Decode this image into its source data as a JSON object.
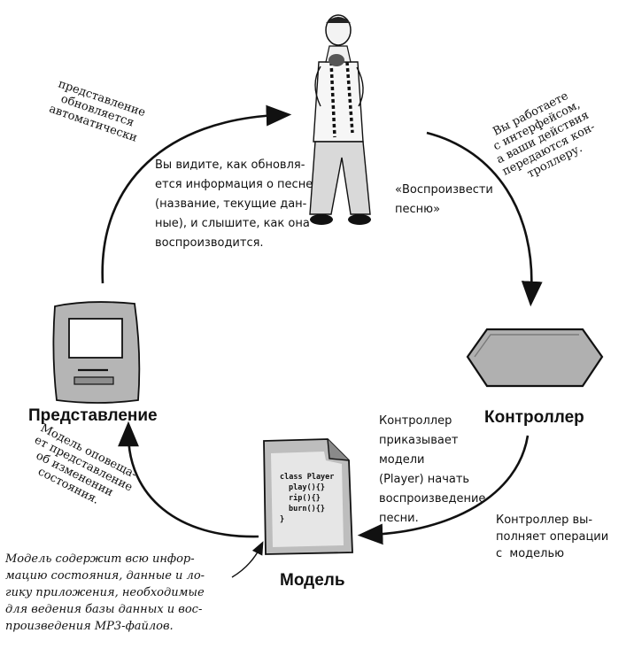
{
  "labels": {
    "view": "Представление",
    "controller": "Контроллер",
    "model": "Модель"
  },
  "notes": {
    "view_updates": "представление\nобновляется\nавтоматически",
    "you_see": "Вы видите, как обновля-\nется информация о песне\n(название, текущие дан-\nные), и слышите, как она\nвоспроизводится.",
    "play_song": "«Воспроизвести\nпесню»",
    "you_work": "Вы работаете\nс интерфейсом,\nа ваши действия\nпередаются кон-\nтроллеру.",
    "controller_orders": "Контроллер\nприказывает\nмодели\n(Player) начать\nвоспроизведение\nпесни.",
    "controller_ops": "Контроллер вы-\nполняет операции\nс  моделью",
    "model_notifies": "Модель оповеща-\nет представление\nоб изменении\nсостояния.",
    "model_contains": "Модель содержит всю инфор-\nмацию состояния, данные и ло-\nгику приложения, необходимые\nдля ведения базы данных и вос-\nпроизведения MP3-файлов."
  },
  "code_lines": [
    "class Player",
    "play(){}",
    "rip(){}",
    "burn(){}",
    "}"
  ],
  "icons": [
    "person-icon",
    "monitor-icon",
    "controller-icon",
    "document-icon"
  ]
}
